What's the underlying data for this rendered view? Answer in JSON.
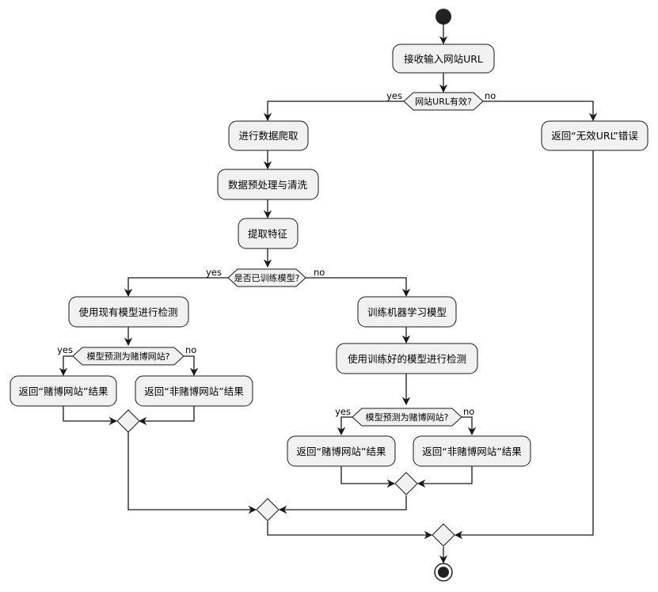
{
  "activities": {
    "receive_url": "接收输入网站URL",
    "crawl": "进行数据爬取",
    "preprocess": "数据预处理与清洗",
    "extract": "提取特征",
    "use_existing": "使用现有模型进行检测",
    "train_model": "训练机器学习模型",
    "use_trained": "使用训练好的模型进行检测",
    "return_invalid": "返回“无效URL”错误",
    "return_gambling_1": "返回“赌博网站”结果",
    "return_nongambling_1": "返回“非赌博网站”结果",
    "return_gambling_2": "返回“赌博网站”结果",
    "return_nongambling_2": "返回“非赌博网站”结果"
  },
  "decisions": {
    "url_valid": "网站URL有效?",
    "model_trained": "是否已训练模型?",
    "predict_1": "模型预测为赌博网站?",
    "predict_2": "模型预测为赌博网站?"
  },
  "branch_labels": {
    "yes": "yes",
    "no": "no"
  }
}
